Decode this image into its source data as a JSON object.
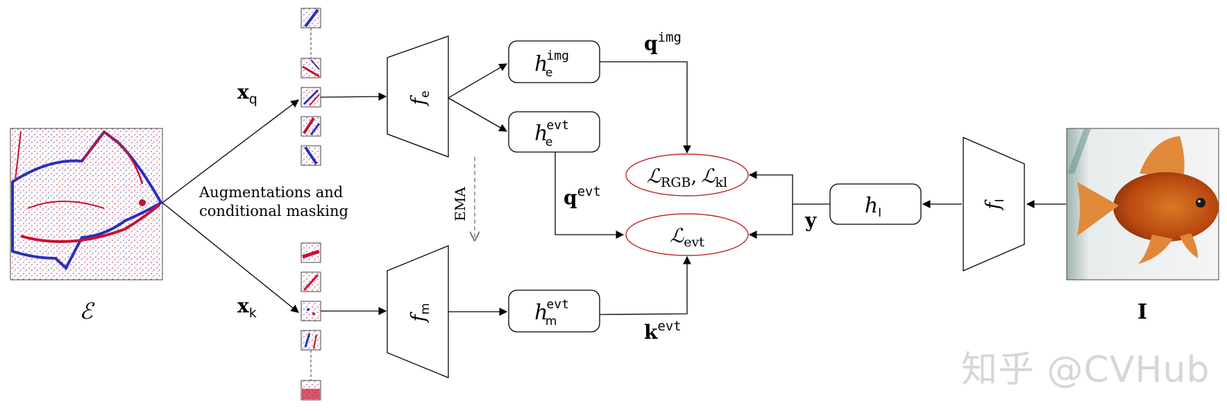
{
  "inputs": {
    "event_symbol": "ℰ",
    "image_symbol": "I"
  },
  "views": {
    "query_label": "x",
    "query_sub": "q",
    "key_label": "x",
    "key_sub": "k",
    "augment_line1": "Augmentations and",
    "augment_line2": "conditional masking"
  },
  "encoders": {
    "event_encoder_f": "f",
    "event_encoder_sub": "e",
    "momentum_encoder_f": "f",
    "momentum_encoder_sub": "m",
    "image_encoder_f": "f",
    "image_encoder_sub": "I"
  },
  "heads": {
    "h": "h",
    "img_head_sub": "e",
    "img_head_sup": "img",
    "evt_head_sub": "e",
    "evt_head_sup": "evt",
    "mom_head_sub": "m",
    "mom_head_sup": "evt",
    "image_head_sub": "I"
  },
  "outputs": {
    "q_img": "q",
    "q_img_sup": "img",
    "q_evt": "q",
    "q_evt_sup": "evt",
    "k_evt": "k",
    "k_evt_sup": "evt",
    "y": "y"
  },
  "losses": {
    "L": "ℒ",
    "rgb_sub": "RGB",
    "comma": ",",
    "kl_sub": "kl",
    "evt_sub": "evt"
  },
  "ema": "EMA",
  "watermark": "知乎 @CVHub",
  "colors": {
    "loss_ellipse": "#c0292b",
    "event_red": "#c8102e",
    "event_blue": "#2a2fbf",
    "fish_orange": "#d8641a"
  }
}
